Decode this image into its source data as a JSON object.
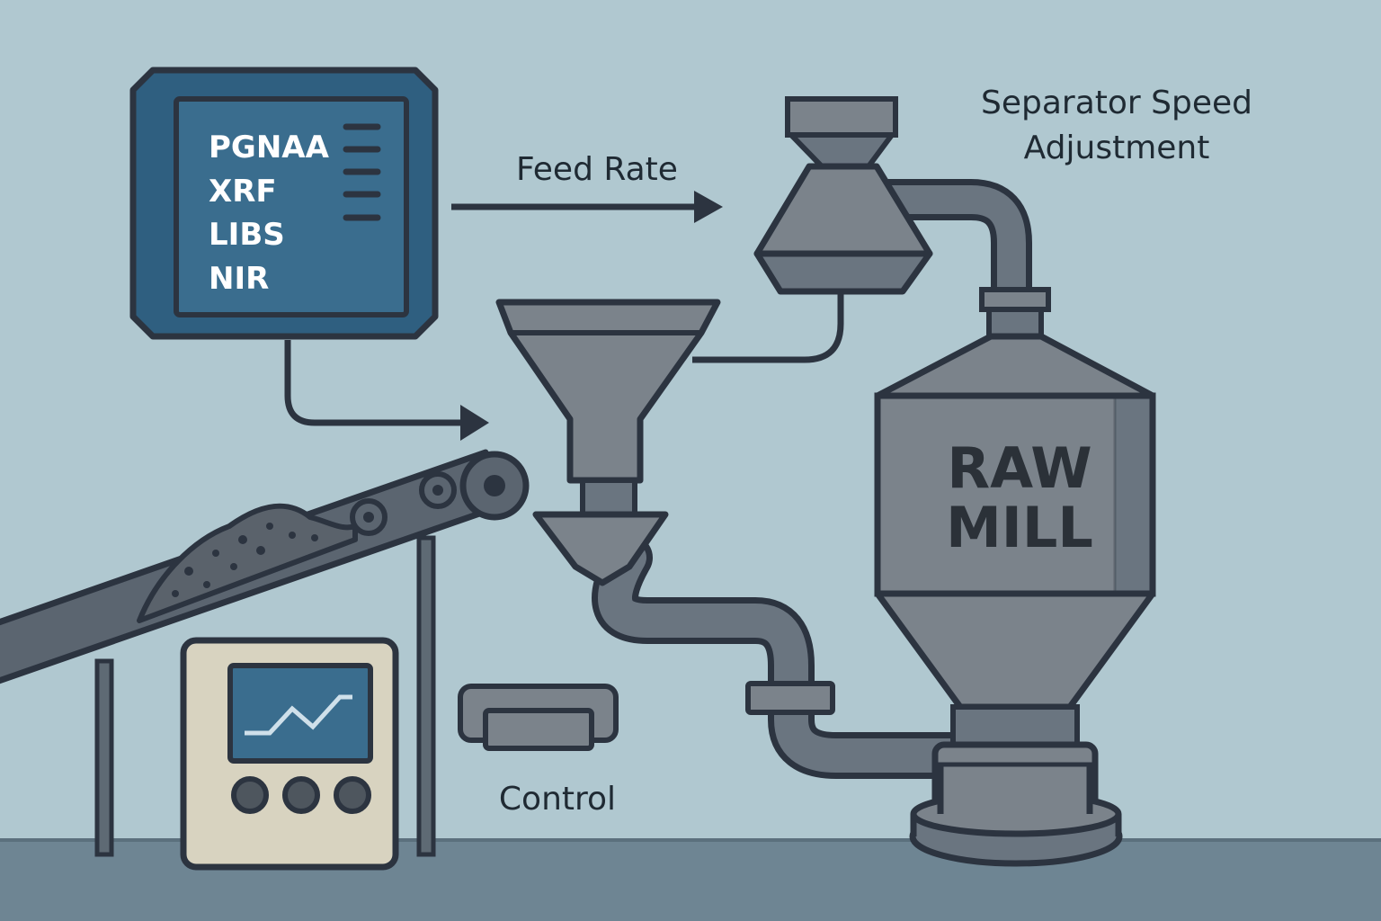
{
  "analyzer": {
    "methods": [
      "PGNAA",
      "XRF",
      "LIBS",
      "NIR"
    ]
  },
  "labels": {
    "feed_rate": "Feed Rate",
    "separator_line1": "Separator Speed",
    "separator_line2": "Adjustment",
    "control": "Control",
    "raw_mill_line1": "RAW",
    "raw_mill_line2": "MILL"
  },
  "colors": {
    "background": "#b0c8d0",
    "floor": "#6e8593",
    "outline": "#2c3440",
    "analyzer_panel": "#2f5f80",
    "analyzer_screen": "#3a6d8e",
    "equipment": "#7b838b",
    "control_panel": "#d8d3c0"
  }
}
